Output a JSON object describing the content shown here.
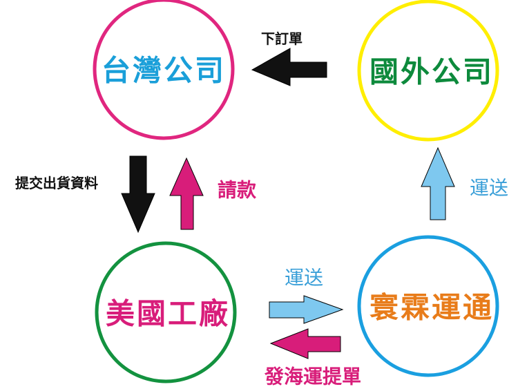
{
  "nodes": {
    "taiwan": {
      "label": "台灣公司",
      "color": "#1a9fd9",
      "ring": "#e0267f"
    },
    "foreign": {
      "label": "國外公司",
      "color": "#0d8a3c",
      "ring": "#ffee00"
    },
    "us_factory": {
      "label": "美國工廠",
      "color": "#d81d7a",
      "ring": "#13923f"
    },
    "shipping": {
      "label": "寰霖運通",
      "color": "#e87c1a",
      "ring": "#1a9fe0"
    }
  },
  "edges": {
    "place_order": {
      "label": "下訂單",
      "color": "#111111",
      "label_color": "#111111"
    },
    "submit_shipping": {
      "label": "提交出貨資料",
      "color": "#111111",
      "label_color": "#111111"
    },
    "request_payment": {
      "label": "請款",
      "color": "#d81d7a",
      "label_color": "#d81d7a"
    },
    "transport_right": {
      "label": "運送",
      "color": "#7ec8ef",
      "label_color": "#3a9fd8"
    },
    "bill_of_lading": {
      "label": "發海運提單",
      "color": "#d81d7a",
      "label_color": "#d81d7a"
    },
    "transport_up": {
      "label": "運送",
      "color": "#7ec8ef",
      "label_color": "#3a9fd8"
    }
  }
}
